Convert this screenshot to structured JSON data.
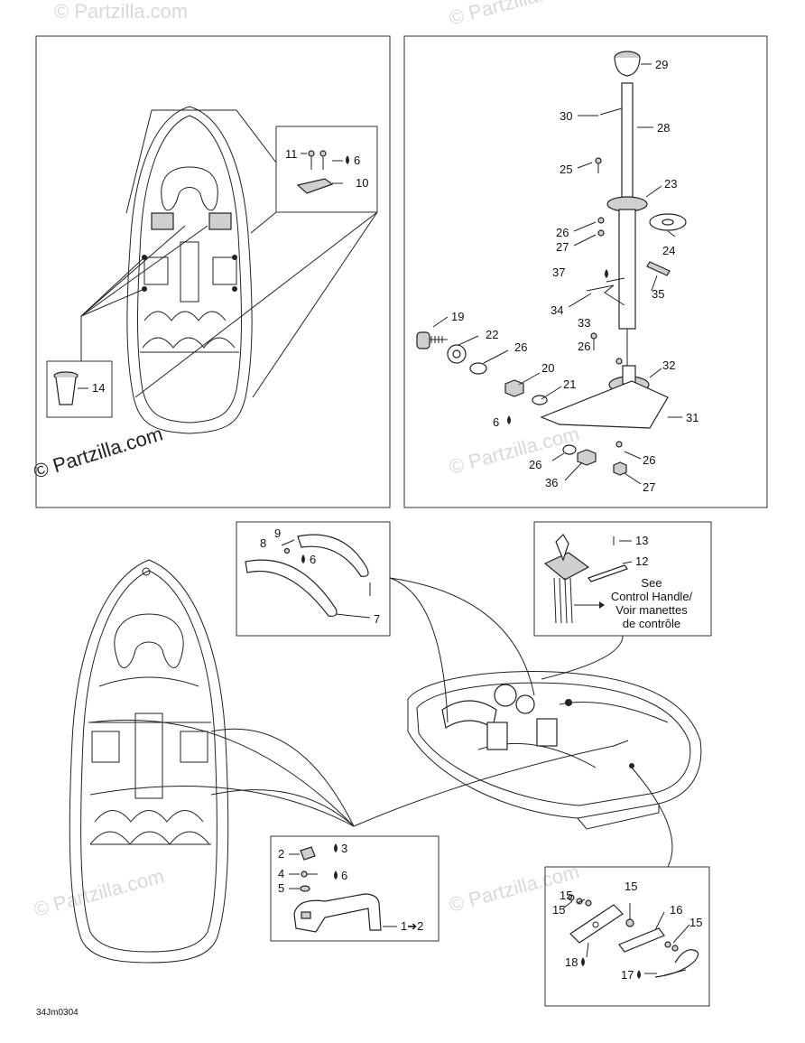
{
  "watermarks": {
    "text": "© Partzilla.com",
    "dark_text": "© Partzilla.com"
  },
  "footer": {
    "code": "34Jm0304"
  },
  "panel_left_top": {
    "labels": [
      "11",
      "6",
      "10",
      "14"
    ]
  },
  "panel_right_top": {
    "labels": [
      "29",
      "30",
      "28",
      "25",
      "23",
      "26",
      "27",
      "24",
      "37",
      "35",
      "34",
      "19",
      "22",
      "26",
      "33",
      "26",
      "32",
      "20",
      "21",
      "6",
      "31",
      "26",
      "26",
      "36",
      "27"
    ]
  },
  "panel_grab_handle": {
    "labels": [
      "9",
      "8",
      "6",
      "7"
    ]
  },
  "panel_control": {
    "labels": [
      "13",
      "12"
    ],
    "see_note": [
      "See",
      "Control Handle/",
      "Voir manettes",
      "de contrôle"
    ]
  },
  "panel_handle": {
    "labels": [
      "2",
      "3",
      "4",
      "6",
      "5",
      "1➔2"
    ]
  },
  "panel_cleat": {
    "labels": [
      "15",
      "15",
      "15",
      "16",
      "15",
      "18",
      "17"
    ]
  }
}
